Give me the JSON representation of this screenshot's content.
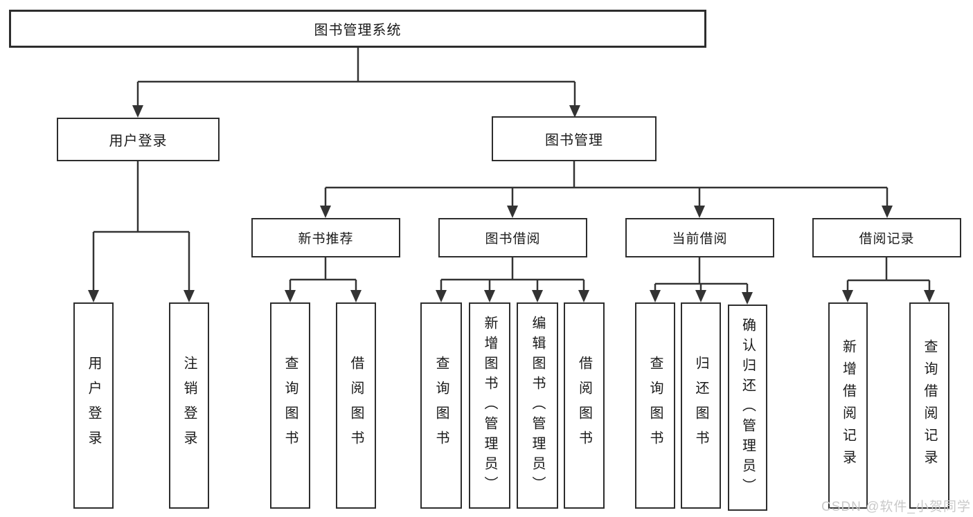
{
  "title": {
    "label": "图书管理系统"
  },
  "modules": {
    "user_login": "用户登录",
    "book_mgmt": "图书管理"
  },
  "submodules": {
    "new_books": "新书推荐",
    "book_borrow": "图书借阅",
    "current_borrow": "当前借阅",
    "borrow_records": "借阅记录"
  },
  "functions": {
    "ul_login": "用户登录",
    "ul_logout": "注销登录",
    "nb_query": "查询图书",
    "nb_borrow": "借阅图书",
    "bb_query": "查询图书",
    "bb_add": "新增图书（管理员）",
    "bb_edit": "编辑图书（管理员）",
    "bb_borrow": "借阅图书",
    "cb_query": "查询图书",
    "cb_return": "归还图书",
    "cb_confirm": "确认归还（管理员）",
    "br_add": "新增借阅记录",
    "br_query": "查询借阅记录"
  },
  "watermark": "CSDN @软件_小贺同学",
  "colors": {
    "line": "#333333",
    "border": "#2d2d2d",
    "text": "#1a1a1a",
    "watermark": "#c9c9c9"
  }
}
